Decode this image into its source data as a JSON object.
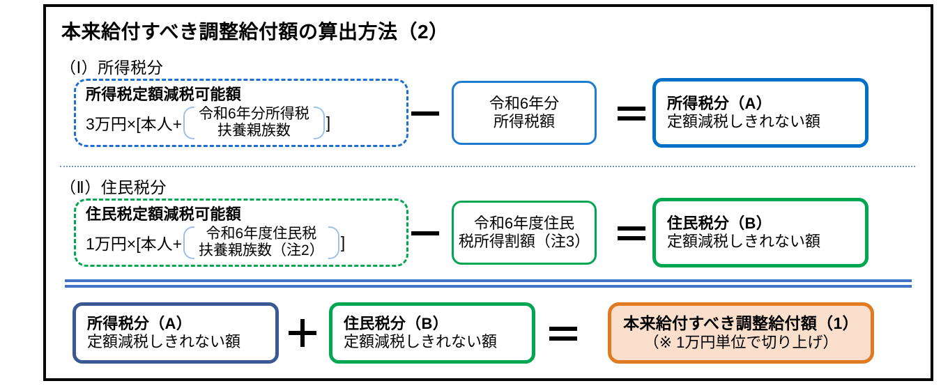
{
  "title": "本来給付すべき調整給付額の算出方法（2）",
  "sections": [
    {
      "label": "（Ⅰ）所得税分",
      "possible": {
        "title": "所得税定額減税可能額",
        "prefix": "3万円×[本人+",
        "bracket_line1": "令和6年分所得税",
        "bracket_line2": "扶養親族数",
        "suffix": "]"
      },
      "operator_minus": "−",
      "subtrahend": {
        "line1": "令和6年分",
        "line2": "所得税額"
      },
      "operator_equals": "=",
      "result": {
        "line1": "所得税分（A）",
        "line2": "定額減税しきれない額"
      }
    },
    {
      "label": "（Ⅱ）住民税分",
      "possible": {
        "title": "住民税定額減税可能額",
        "prefix": "1万円×[本人+",
        "bracket_line1": "令和6年度住民税",
        "bracket_line2": "扶養親族数（注2）",
        "suffix": "]"
      },
      "operator_minus": "−",
      "subtrahend": {
        "line1": "令和6年度住民",
        "line2": "税所得割額（注3）"
      },
      "operator_equals": "=",
      "result": {
        "line1": "住民税分（B）",
        "line2": "定額減税しきれない額"
      }
    }
  ],
  "summary": {
    "term_a": {
      "line1": "所得税分（A）",
      "line2": "定額減税しきれない額"
    },
    "operator_plus": "+",
    "term_b": {
      "line1": "住民税分（B）",
      "line2": "定額減税しきれない額"
    },
    "operator_equals": "=",
    "total": {
      "line1": "本来給付すべき調整給付額（1）",
      "line2": "（※ 1万円単位で切り上げ）"
    }
  },
  "colors": {
    "income_tax_blue": "#0070c8",
    "resident_tax_green": "#00a650",
    "navy": "#3a5894",
    "orange_border": "#e07b22",
    "orange_fill": "#fae0cc",
    "rule_blue": "#4472c4",
    "dotted_blue": "#7295d0",
    "frame_black": "#000000"
  }
}
